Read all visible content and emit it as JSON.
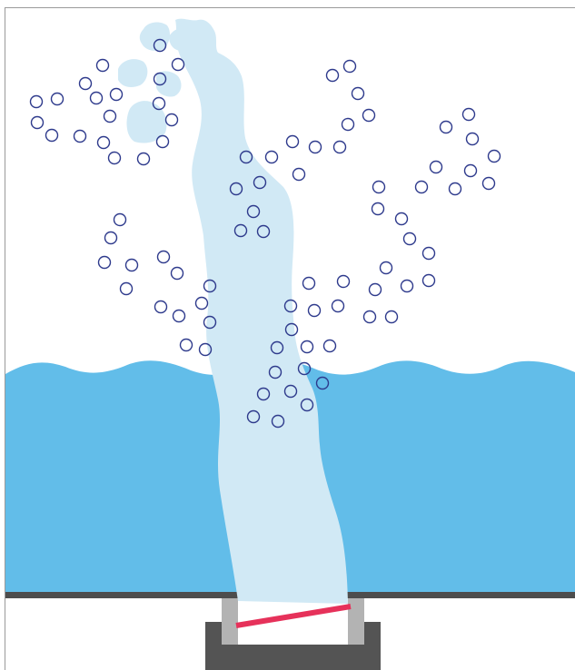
{
  "diagram": {
    "elements": [
      "frame",
      "water-body",
      "water-jet",
      "splash-droplets",
      "bubbles",
      "vessel-floor",
      "outlet-nozzle",
      "outlet-base",
      "valve-membrane"
    ]
  },
  "colors": {
    "background": "#ffffff",
    "frame": "#9a9a9a",
    "water": "#62bde9",
    "jet": "#d1e9f5",
    "bubble_stroke": "#2e3a8c",
    "floor": "#4d4d4d",
    "nozzle_walls": "#b3b3b3",
    "base": "#545454",
    "membrane": "#e6315a"
  }
}
